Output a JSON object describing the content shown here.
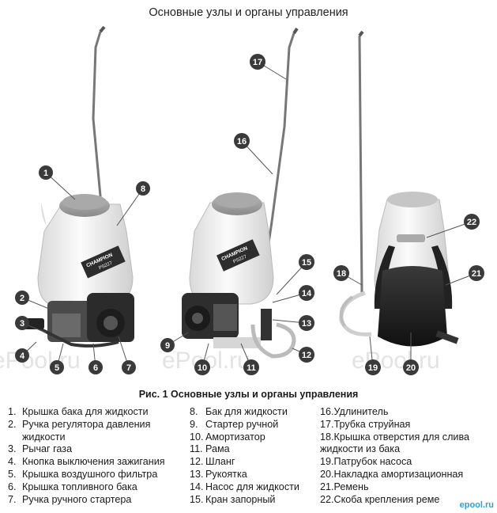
{
  "header": {
    "title": "Основные узлы и органы управления"
  },
  "watermark": {
    "text": "ePool.ru"
  },
  "caption": "Рис. 1 Основные узлы и органы управления",
  "callouts": {
    "c1": "1",
    "c2": "2",
    "c3": "3",
    "c4": "4",
    "c5": "5",
    "c6": "6",
    "c7": "7",
    "c8": "8",
    "c9": "9",
    "c10": "10",
    "c11": "11",
    "c12": "12",
    "c13": "13",
    "c14": "14",
    "c15": "15",
    "c16": "16",
    "c17": "17",
    "c18": "18",
    "c19": "19",
    "c20": "20",
    "c21": "21",
    "c22": "22"
  },
  "device_labels": {
    "brand": "CHAMPION",
    "model_left": "PS227",
    "model_middle": "PS227"
  },
  "legend": {
    "col1": [
      {
        "num": "1.",
        "text": "Крышка бака для жидкости"
      },
      {
        "num": "2.",
        "text": "Ручка регулятора давления"
      },
      {
        "num": "",
        "text": "жидкости"
      },
      {
        "num": "3.",
        "text": "Рычаг газа"
      },
      {
        "num": "4.",
        "text": "Кнопка выключения зажигания"
      },
      {
        "num": "5.",
        "text": "Крышка воздушного фильтра"
      },
      {
        "num": "6.",
        "text": "Крышка топливного бака"
      },
      {
        "num": "7.",
        "text": "Ручка ручного стартера"
      }
    ],
    "col2": [
      {
        "num": "8.",
        "text": "Бак для жидкости"
      },
      {
        "num": "9.",
        "text": "Стартер ручной"
      },
      {
        "num": "10.",
        "text": "Амортизатор"
      },
      {
        "num": "11.",
        "text": "Рама"
      },
      {
        "num": "12.",
        "text": "Шланг"
      },
      {
        "num": "13.",
        "text": "Рукоятка"
      },
      {
        "num": "14.",
        "text": "Насос для жидкости"
      },
      {
        "num": "15.",
        "text": "Кран запорный"
      }
    ],
    "col3": [
      {
        "num": "16.",
        "text": "Удлинитель"
      },
      {
        "num": "17.",
        "text": "Трубка струйная"
      },
      {
        "num": "18.",
        "text": "Крышка отверстия для слива"
      },
      {
        "num": "",
        "text": "жидкости из бака"
      },
      {
        "num": "19.",
        "text": "Патрубок насоса"
      },
      {
        "num": "20.",
        "text": "Накладка амортизационная"
      },
      {
        "num": "21.",
        "text": "Ремень"
      },
      {
        "num": "22.",
        "text": "Скоба крепления реме"
      }
    ]
  },
  "site_logo": "epool.ru"
}
